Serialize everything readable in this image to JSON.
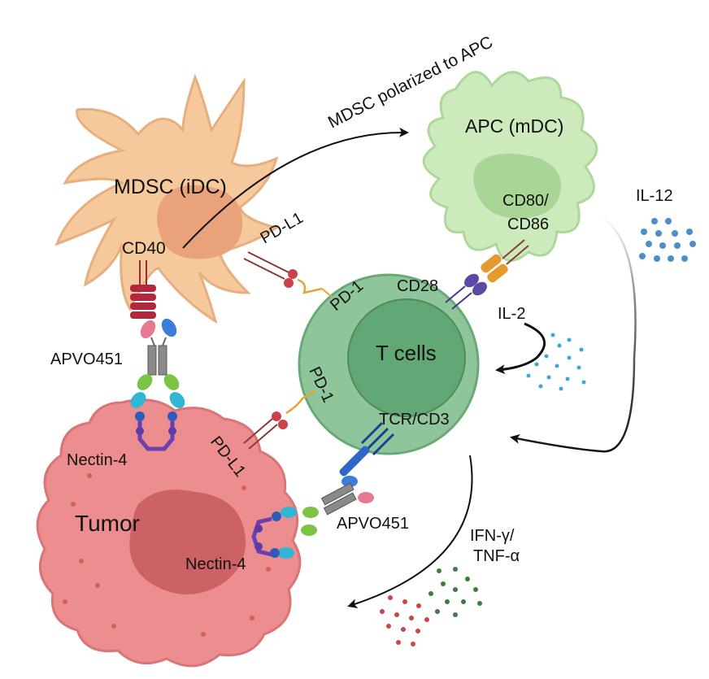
{
  "diagram": {
    "cells": {
      "mdsc": "MDSC (iDC)",
      "apc": "APC (mDC)",
      "tcell": "T cells",
      "tumor": "Tumor"
    },
    "labels": {
      "cd40": "CD40",
      "pdl1_top": "PD-L1",
      "pdl1_bottom": "PD-L1",
      "pd1_top": "PD-1",
      "pd1_left": "PD-1",
      "cd28": "CD28",
      "cd80": "CD80/",
      "cd86": "CD86",
      "tcr": "TCR/CD3",
      "il2": "IL-2",
      "il12": "IL-12",
      "ifn": "IFN-γ/",
      "tnf": "TNF-α",
      "apvo_top": "APVO451",
      "apvo_bottom": "APVO451",
      "nectin_top": "Nectin-4",
      "nectin_bottom": "Nectin-4",
      "polarized": "MDSC polarized to APC"
    },
    "colors": {
      "mdsc_fill": "#f6c99c",
      "mdsc_nucleus": "#eaa27a",
      "apc_fill": "#cdeabc",
      "apc_nucleus": "#a9d596",
      "tcell_outer": "#8fc59a",
      "tcell_inner": "#62a874",
      "tumor_fill": "#ec8d8f",
      "tumor_nucleus": "#cd6266",
      "il12_dots": "#4c8ec7",
      "il2_dots": "#3fa7d6",
      "ifn_dots": "#3c7d3c",
      "tnf_dots": "#c8474b"
    }
  }
}
